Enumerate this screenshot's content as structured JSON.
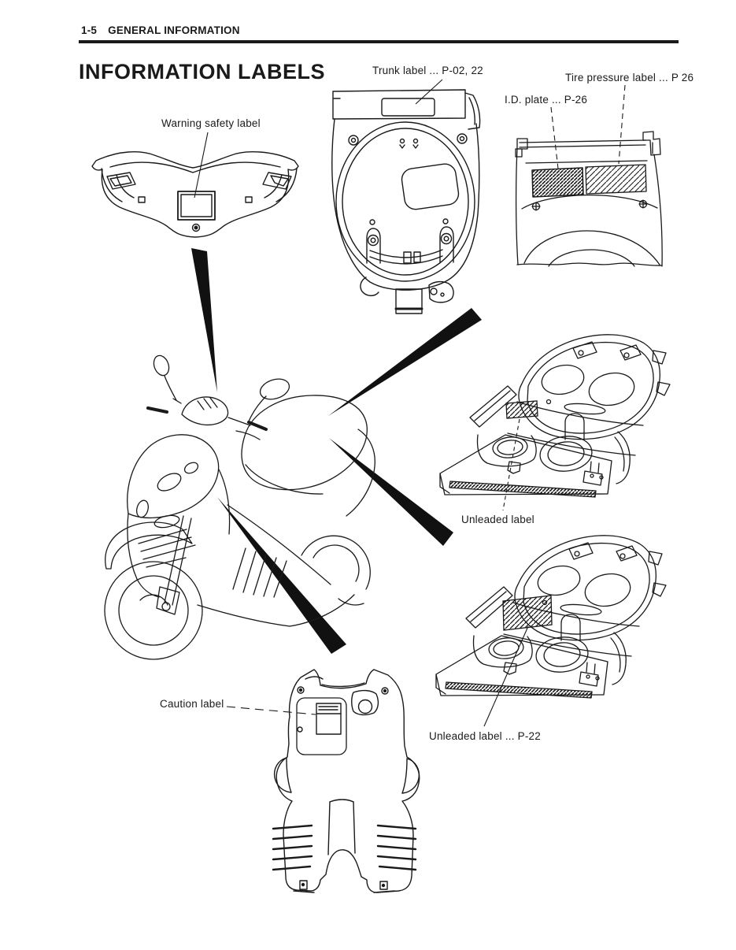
{
  "page": {
    "header": {
      "section": "1-5",
      "title": "GENERAL INFORMATION"
    },
    "title": "INFORMATION LABELS"
  },
  "callouts": {
    "trunk": "Trunk label ... P-02, 22",
    "tire_pressure": "Tire pressure label ... P 26",
    "id_plate": "I.D. plate ... P-26",
    "warning_safety": "Warning safety label",
    "unleaded": "Unleaded label",
    "unleaded_p22": "Unleaded label ... P-22",
    "caution": "Caution label"
  },
  "colors": {
    "ink": "#1a1a1a",
    "paper": "#ffffff"
  }
}
